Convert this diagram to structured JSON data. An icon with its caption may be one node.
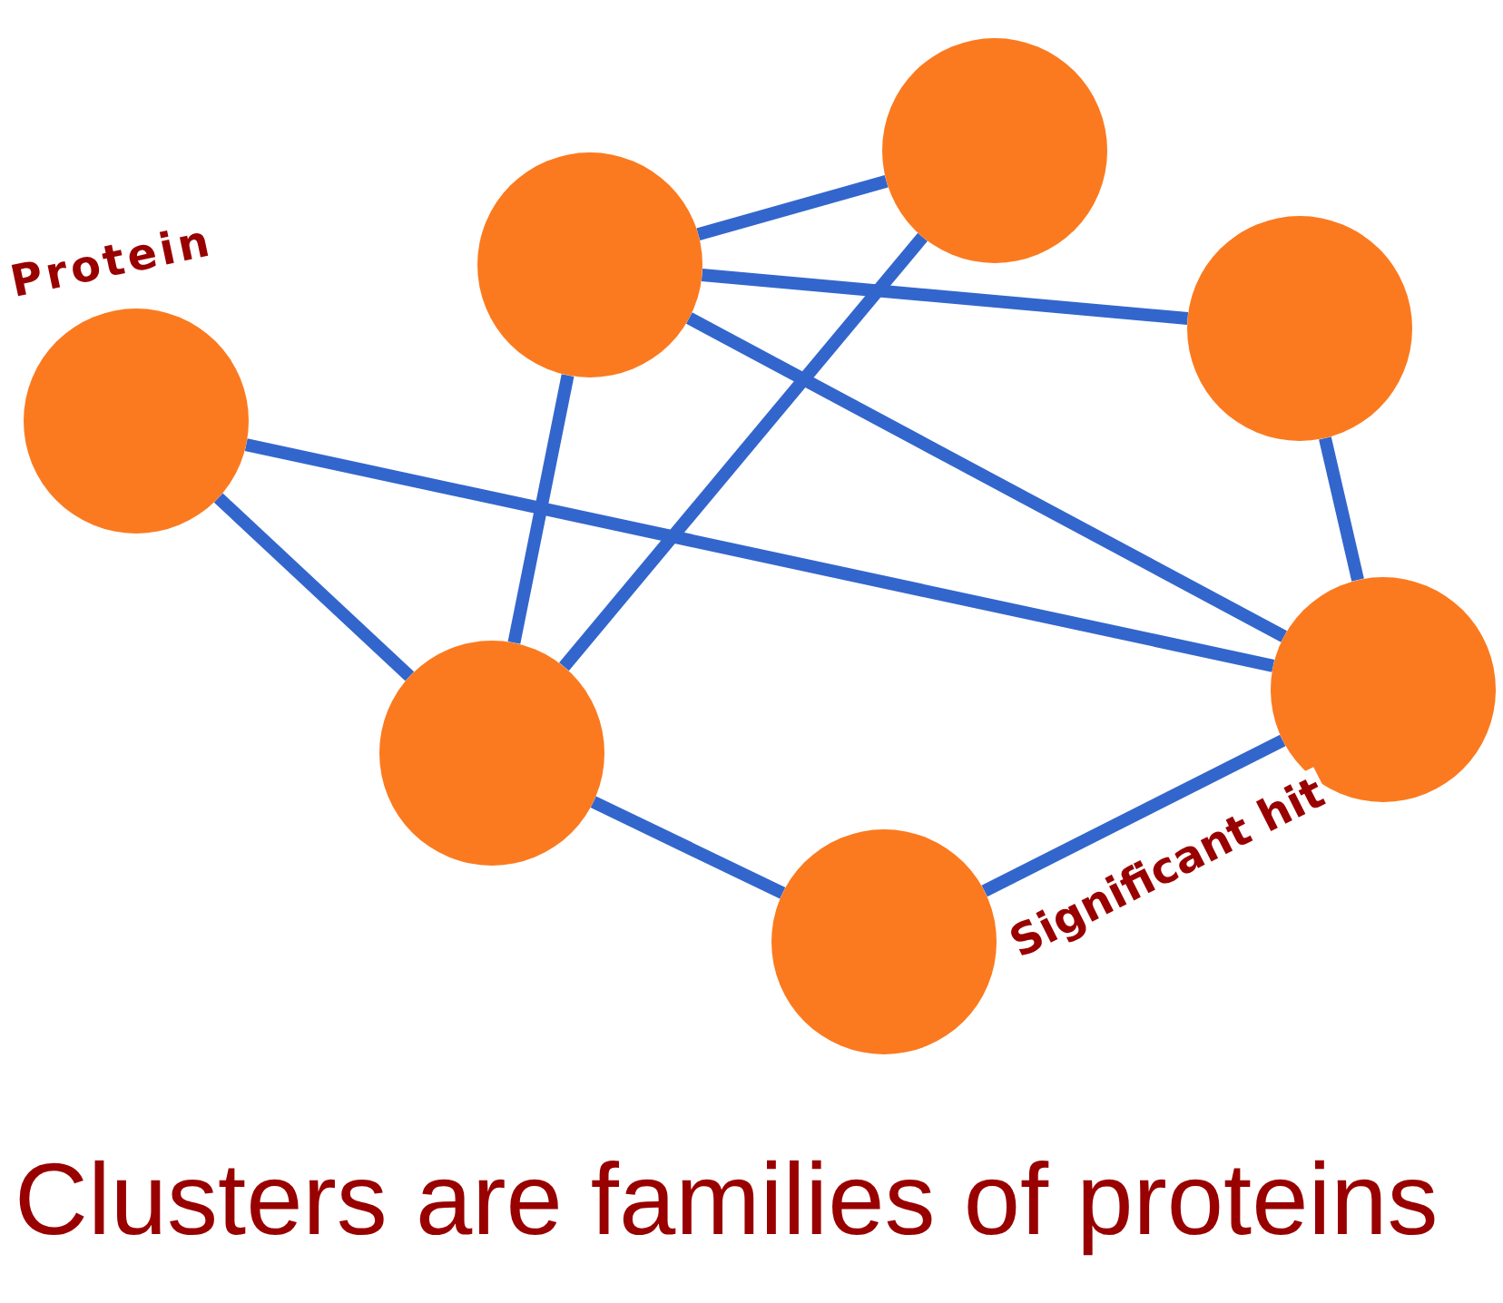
{
  "diagram": {
    "caption": "Clusters are families of proteins",
    "nodes": [
      {
        "text": [],
        "shape": "circle",
        "beside": [
          "Protein"
        ]
      },
      {
        "text": [],
        "shape": "circle"
      },
      {
        "text": [],
        "shape": "circle"
      },
      {
        "text": [],
        "shape": "circle"
      },
      {
        "text": [],
        "shape": "circle"
      },
      {
        "text": [],
        "shape": "circle"
      },
      {
        "text": [],
        "shape": "circle"
      }
    ],
    "edges": [
      {
        "from": 2,
        "to": 4,
        "arrow": "none"
      },
      {
        "from": 2,
        "to": 5,
        "arrow": "none"
      },
      {
        "from": 2,
        "to": 6,
        "arrow": "none"
      },
      {
        "from": 2,
        "to": 1,
        "arrow": "none"
      },
      {
        "from": 4,
        "to": 1,
        "arrow": "none"
      },
      {
        "from": 5,
        "to": 6,
        "arrow": "none"
      },
      {
        "from": 0,
        "to": 6,
        "arrow": "none"
      },
      {
        "from": 0,
        "to": 1,
        "arrow": "none"
      },
      {
        "from": 1,
        "to": 3,
        "arrow": "none"
      },
      {
        "from": 3,
        "to": 6,
        "arrow": "none",
        "label": "Significant hit"
      }
    ]
  }
}
